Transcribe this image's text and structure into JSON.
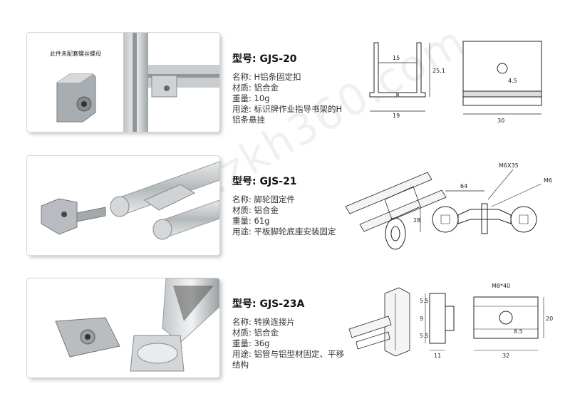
{
  "watermark": "www.zkh360.com",
  "products": [
    {
      "model": "型号: GJS-20",
      "name": "名称: H铝条固定扣",
      "material": "材质: 铝合金",
      "weight": "重量: 10g",
      "usage": "用途: 标识牌作业指导书架的H铝条悬挂",
      "photo_note": "此件未配套螺丝螺母",
      "dims": {
        "top": "15",
        "height": "25.1",
        "bottom": "19",
        "width": "30",
        "hole": "4.5"
      }
    },
    {
      "model": "型号: GJS-21",
      "name": "名称: 脚轮固定件",
      "material": "材质: 铝合金",
      "weight": "重量: 61g",
      "usage": "用途: 平板脚轮底座安装固定",
      "dims": {
        "bolt": "M6X35",
        "nut": "M6",
        "span": "64",
        "height": "28"
      }
    },
    {
      "model": "型号: GJS-23A",
      "name": "名称: 转换连接片",
      "material": "材质: 铝合金",
      "weight": "重量: 36g",
      "usage": "用途: 铝管与铝型材固定、平移结构",
      "dims": {
        "bolt": "M8*40",
        "a": "5.5",
        "b": "9",
        "c": "5.5",
        "w": "11",
        "len": "32",
        "h": "20",
        "hole": "8.5"
      }
    }
  ]
}
